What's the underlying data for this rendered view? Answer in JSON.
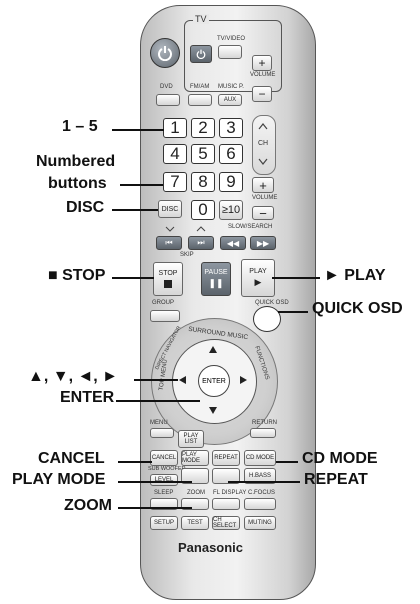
{
  "remote": {
    "tv_group": "TV",
    "tv_video": "TV/VIDEO",
    "volume": "VOLUME",
    "ch": "CH",
    "dvd": "DVD",
    "fm_am": "FM/AM",
    "music_p": "MUSIC P.",
    "aux": "AUX",
    "disc": "DISC",
    "skip": "SKIP",
    "slow_search": "SLOW/SEARCH",
    "stop": "STOP",
    "pause": "PAUSE",
    "play": "PLAY",
    "group": "GROUP",
    "quick_osd": "QUICK OSD",
    "surround_music": "SURROUND MUSIC",
    "direct_navigator": "DIRECT NAVIGATOR",
    "top_menu": "TOP MENU",
    "functions": "FUNCTIONS",
    "enter": "ENTER",
    "menu": "MENU",
    "play_list": "PLAY LIST",
    "return": "RETURN",
    "cancel": "CANCEL",
    "play_mode": "PLAY MODE",
    "repeat": "REPEAT",
    "cd_mode": "CD MODE",
    "sub_woofer": "SUB WOOFER",
    "level": "LEVEL",
    "h_bass": "H.BASS",
    "sleep": "SLEEP",
    "zoom": "ZOOM",
    "fl_display": "FL DISPLAY",
    "c_focus": "C.FOCUS",
    "setup": "SETUP",
    "test": "TEST",
    "ch_select": "CH SELECT",
    "muting": "MUTING",
    "brand": "Panasonic",
    "numbers": [
      "1",
      "2",
      "3",
      "4",
      "5",
      "6",
      "7",
      "8",
      "9",
      "0",
      "≥10"
    ]
  },
  "callouts": {
    "numbers_1_5": "1 – 5",
    "numbered_buttons_1": "Numbered",
    "numbered_buttons_2": "buttons",
    "disc": "DISC",
    "stop": "■ STOP",
    "play": "► PLAY",
    "quick_osd": "QUICK OSD",
    "arrows": "▲, ▼, ◄, ►",
    "enter": "ENTER",
    "cancel": "CANCEL",
    "play_mode": "PLAY MODE",
    "zoom": "ZOOM",
    "cd_mode": "CD MODE",
    "repeat": "REPEAT"
  },
  "colors": {
    "body": "#e6e6e6",
    "dark_button": "#6b737b",
    "callout_text": "#111111"
  }
}
